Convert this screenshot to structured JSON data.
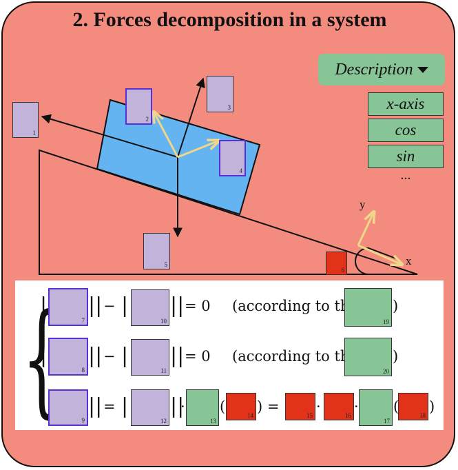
{
  "title": "2. Forces decomposition in a system",
  "description_button": {
    "label": "Description"
  },
  "options": [
    "x-axis",
    "cos",
    "sin"
  ],
  "options_more": "...",
  "axes": {
    "x": "x",
    "y": "y"
  },
  "colors": {
    "background": "#f38c7e",
    "block": "#63b4f0",
    "slot_purple": "#c1b3d9",
    "slot_green": "#88c596",
    "slot_red": "#e23219",
    "vector_arrow": "#f0d68a"
  },
  "slots": [
    "1",
    "2",
    "3",
    "4",
    "5",
    "6",
    "7",
    "8",
    "9",
    "10",
    "11",
    "12",
    "13",
    "14",
    "15",
    "16",
    "17",
    "18",
    "19",
    "20"
  ],
  "equations": {
    "norm_bar": "||",
    "minus": "−",
    "equals": "=",
    "equals_zero": "= 0",
    "according": "(according to the",
    "close_paren": ")",
    "open_paren": "(",
    "dot": "·",
    "brace": "{"
  }
}
